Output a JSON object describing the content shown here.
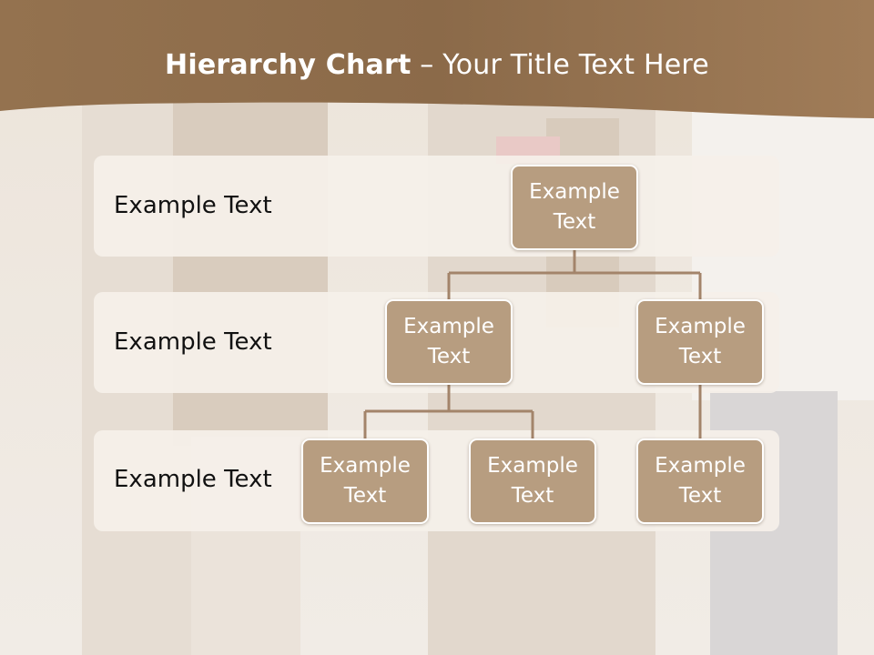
{
  "title": {
    "bold": "Hierarchy Chart",
    "rest": " – Your Title Text Here"
  },
  "rows": [
    {
      "label": "Example Text"
    },
    {
      "label": "Example Text"
    },
    {
      "label": "Example Text"
    }
  ],
  "nodes": {
    "root": "Example\nText",
    "l2_left": "Example\nText",
    "l2_right": "Example\nText",
    "l3_a": "Example\nText",
    "l3_b": "Example\nText",
    "l3_c": "Example\nText"
  },
  "colors": {
    "node_fill": "#b79d80",
    "connector": "#a3846a",
    "header": "#8a6a48"
  }
}
